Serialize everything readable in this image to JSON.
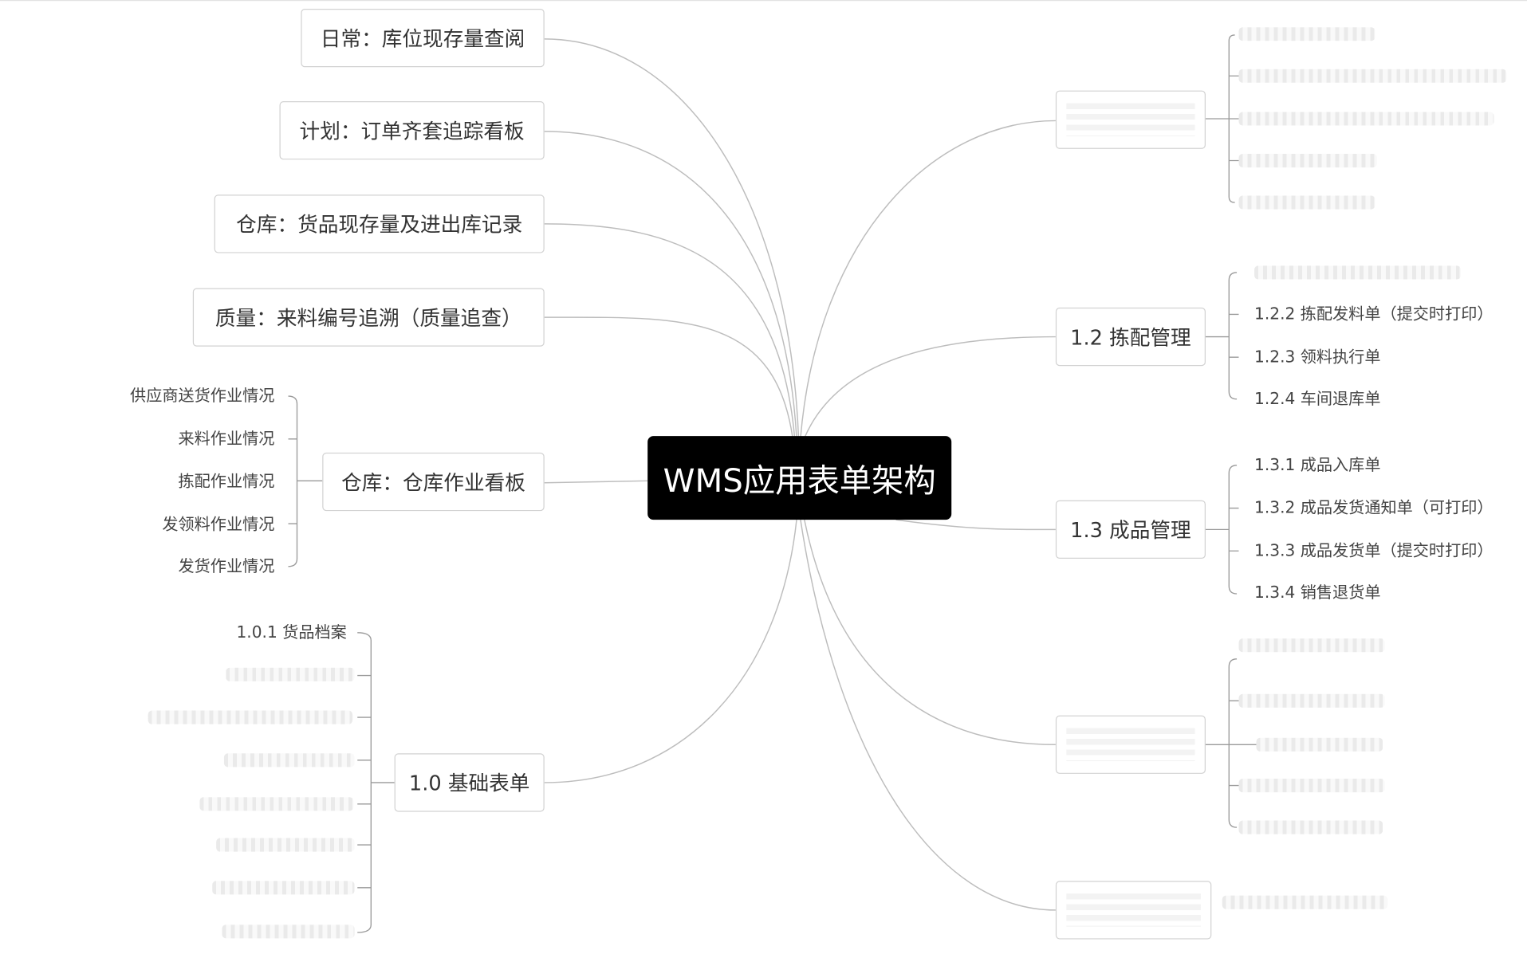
{
  "root": {
    "title": "WMS应用表单架构"
  },
  "left": {
    "topic_1": "日常：库位现存量查阅",
    "topic_2": "计划：订单齐套追踪看板",
    "topic_3": "仓库：货品现存量及进出库记录",
    "topic_4": "质量：来料编号追溯（质量追查）",
    "topic_5": {
      "label": "仓库：仓库作业看板",
      "children": [
        "供应商送货作业情况",
        "来料作业情况",
        "拣配作业情况",
        "发领料作业情况",
        "发货作业情况"
      ]
    },
    "topic_6": {
      "label": "1.0 基础表单",
      "children": [
        "1.0.1 货品档案"
      ]
    }
  },
  "right": {
    "topic_12": {
      "label": "1.2 拣配管理",
      "children": [
        "1.2.2 拣配发料单（提交时打印）",
        "1.2.3 领料执行单",
        "1.2.4 车间退库单"
      ]
    },
    "topic_13": {
      "label": "1.3 成品管理",
      "children": [
        "1.3.1 成品入库单",
        "1.3.2 成品发货通知单（可打印）",
        "1.3.3 成品发货单（提交时打印）",
        "1.3.4 销售退货单"
      ]
    }
  }
}
